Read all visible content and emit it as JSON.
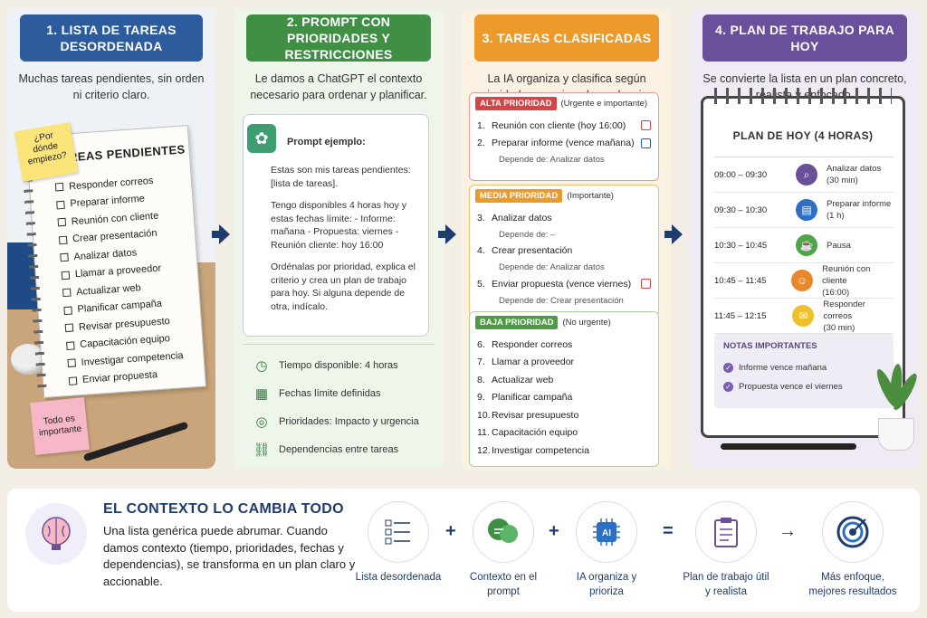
{
  "panel1": {
    "title": "1. LISTA DE TAREAS DESORDENADA",
    "description": "Muchas tareas pendientes, sin orden ni criterio claro.",
    "notebook_title": "TAREAS PENDIENTES",
    "tasks": [
      "Responder correos",
      "Preparar informe",
      "Reunión con cliente",
      "Crear presentación",
      "Analizar datos",
      "Llamar a proveedor",
      "Actualizar web",
      "Planificar campaña",
      "Revisar presupuesto",
      "Capacitación equipo",
      "Investigar competencia",
      "Enviar propuesta"
    ],
    "sticky_top": "¿Por dónde empiezo?",
    "sticky_bottom": "Todo es importante"
  },
  "panel2": {
    "title": "2. PROMPT CON PRIORIDADES Y RESTRICCIONES",
    "description": "Le damos a ChatGPT el contexto necesario para ordenar y planificar.",
    "prompt_title": "Prompt ejemplo:",
    "prompt_p1": "Estas son mis tareas pendientes: [lista de tareas].",
    "prompt_p2": "Tengo disponibles 4 horas hoy y estas fechas límite: - Informe: mañana - Propuesta: viernes - Reunión cliente: hoy 16:00",
    "prompt_p3": "Ordénalas por prioridad, explica el criterio y crea un plan de trabajo para hoy. Si alguna depende de otra, indícalo.",
    "features": [
      {
        "icon": "clock-icon",
        "label": "Tiempo disponible: 4 horas"
      },
      {
        "icon": "calendar-icon",
        "label": "Fechas límite definidas"
      },
      {
        "icon": "target-icon",
        "label": "Prioridades: Impacto y urgencia"
      },
      {
        "icon": "link-icon",
        "label": "Dependencias entre tareas"
      }
    ]
  },
  "panel3": {
    "title": "3. TAREAS CLASIFICADAS",
    "description": "La IA organiza y clasifica según prioridad, urgencia y dependencias.",
    "high": {
      "tag": "ALTA PRIORIDAD",
      "sub": "(Urgente e importante)",
      "items": [
        {
          "num": "1.",
          "text": "Reunión con cliente (hoy 16:00)"
        },
        {
          "num": "2.",
          "text": "Preparar informe (vence mañana)"
        }
      ],
      "dep": "Depende de: Analizar datos"
    },
    "med": {
      "tag": "MEDIA PRIORIDAD",
      "sub": "(Importante)",
      "item3": "Analizar datos",
      "dep3": "Depende de: –",
      "item4": "Crear presentación",
      "dep4": "Depende de: Analizar datos",
      "item5": "Enviar propuesta (vence viernes)",
      "dep5": "Depende de: Crear presentación"
    },
    "low": {
      "tag": "BAJA PRIORIDAD",
      "sub": "(No urgente)",
      "items": [
        {
          "num": "6.",
          "text": "Responder correos"
        },
        {
          "num": "7.",
          "text": "Llamar a proveedor"
        },
        {
          "num": "8.",
          "text": "Actualizar web"
        },
        {
          "num": "9.",
          "text": "Planificar campaña"
        },
        {
          "num": "10.",
          "text": "Revisar presupuesto"
        },
        {
          "num": "11.",
          "text": "Capacitación equipo"
        },
        {
          "num": "12.",
          "text": "Investigar competencia"
        }
      ]
    }
  },
  "panel4": {
    "title": "4. PLAN DE TRABAJO PARA HOY",
    "description": "Se convierte la lista en un plan concreto, realista y enfocado.",
    "plan_title": "PLAN DE HOY (4 HORAS)",
    "slots": [
      {
        "time": "09:00 – 09:30",
        "activity": "Analizar datos",
        "detail": "(30 min)",
        "color": "#6a4f9a",
        "icon": "magnifier-icon"
      },
      {
        "time": "09:30 – 10:30",
        "activity": "Preparar informe",
        "detail": "(1 h)",
        "color": "#2d6fc4",
        "icon": "document-icon"
      },
      {
        "time": "10:30 – 10:45",
        "activity": "Pausa",
        "detail": "",
        "color": "#4ea545",
        "icon": "coffee-icon"
      },
      {
        "time": "10:45 – 11:45",
        "activity": "Reunión con cliente",
        "detail": "(16:00)",
        "color": "#e9872b",
        "icon": "people-icon"
      },
      {
        "time": "11:45 – 12:15",
        "activity": "Responder correos",
        "detail": "(30 min)",
        "color": "#eec02b",
        "icon": "mail-icon"
      }
    ],
    "notes_title": "NOTAS IMPORTANTES",
    "notes": [
      "Informe vence mañana",
      "Propuesta vence el viernes"
    ]
  },
  "bottom": {
    "title": "EL CONTEXTO LO CAMBIA TODO",
    "text": "Una lista genérica puede abrumar. Cuando damos contexto (tiempo, prioridades, fechas y dependencias), se transforma en un plan claro y accionable.",
    "flow": [
      {
        "label": "Lista desordenada",
        "icon": "checklist-icon"
      },
      {
        "label": "Contexto en el prompt",
        "icon": "chat-icon"
      },
      {
        "label": "IA organiza y prioriza",
        "icon": "ai-chip-icon"
      },
      {
        "label": "Plan de trabajo útil y realista",
        "icon": "clipboard-icon"
      },
      {
        "label": "Más enfoque, mejores resultados",
        "icon": "target-icon"
      }
    ],
    "operators": [
      "+",
      "+",
      "="
    ]
  },
  "colors": {
    "blue": "#2d5c9e",
    "green": "#3f8f45",
    "orange": "#eb9a2b",
    "purple": "#6a4f9a",
    "navy": "#1f3c6e"
  }
}
